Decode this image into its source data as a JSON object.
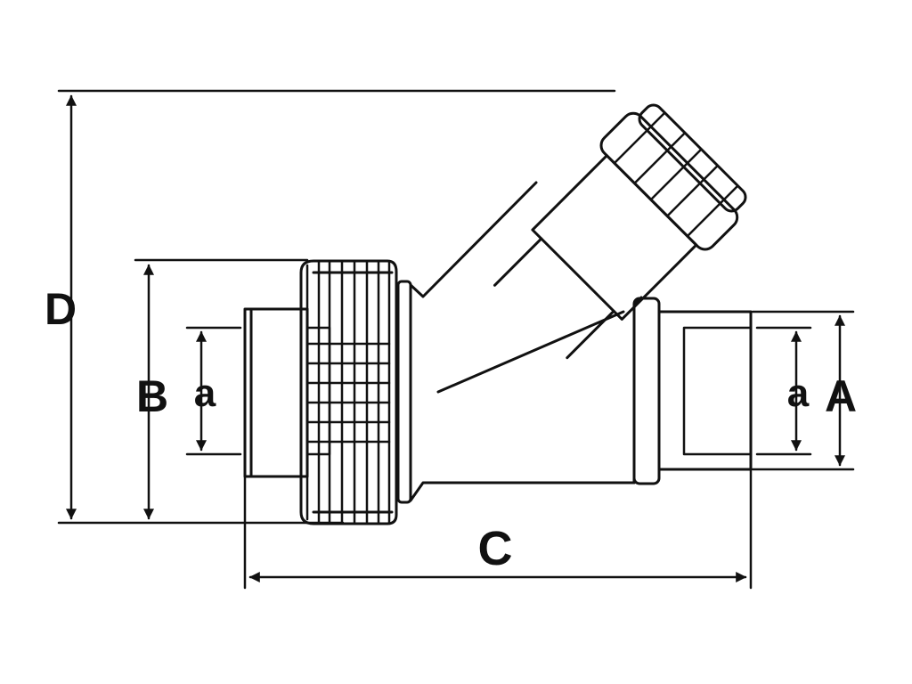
{
  "colors": {
    "ink": "#111111",
    "background": "#ffffff"
  },
  "dimension_labels": {
    "d": "D",
    "b": "B",
    "a_left": "a",
    "a_right": "a",
    "big_a": "A",
    "c": "C"
  }
}
